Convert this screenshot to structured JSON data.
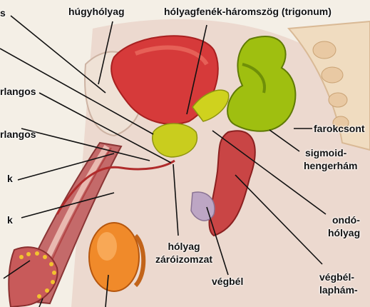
{
  "labels": {
    "hugyholyag": "húgyhólyag",
    "trigonum": "hólyagfenék-háromszög (trigonum)",
    "s_frag": "s",
    "rlangos_1": "rlangos",
    "rlangos_2": "rlangos",
    "k_1": "k",
    "k_2": "k",
    "farokcsont": "farokcsont",
    "sigmoid_line1": "sigmoid-",
    "sigmoid_line2": "hengerhám",
    "ondo_line1": "ondó-",
    "ondo_line2": "hólyag",
    "zaroizom_line1": "hólyag",
    "zaroizom_line2": "záróizomzat",
    "vegbel": "végbél",
    "vegbel_laphaml_line1": "végbél-",
    "vegbel_laphaml_line2": "laphám-"
  },
  "colors": {
    "background": "#f4efe6",
    "tissue": "#e8cfc6",
    "muscle": "#c95a5a",
    "bladder": "#d63a3a",
    "gland": "#c9cd1e",
    "intestine": "#9fbf10",
    "bone": "#f0dcc0",
    "testis": "#f08a2a",
    "leader": "#111111"
  }
}
